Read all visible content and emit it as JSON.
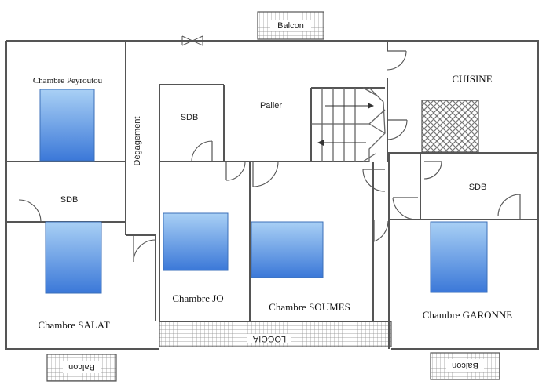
{
  "rooms": {
    "chambre_peyroutou": "Chambre Peyroutou",
    "cuisine": "CUISINE",
    "palier": "Palier",
    "degagement": "Dégagement",
    "sdb_top": "SDB",
    "sdb_left": "SDB",
    "sdb_right": "SDB",
    "chambre_jo": "Chambre JO",
    "chambre_soumes": "Chambre SOUMES",
    "chambre_salat": "Chambre SALAT",
    "chambre_garonne": "Chambre GARONNE",
    "loggia": "LOGGIA",
    "balcon_top": "Balcon",
    "balcon_bottom_left": "Balcon",
    "balcon_bottom_right": "Balcon"
  },
  "colors": {
    "bed_top": "#a9d0f5",
    "bed_bottom": "#3b78d8",
    "wall": "#555555",
    "hatch": "#777777"
  }
}
